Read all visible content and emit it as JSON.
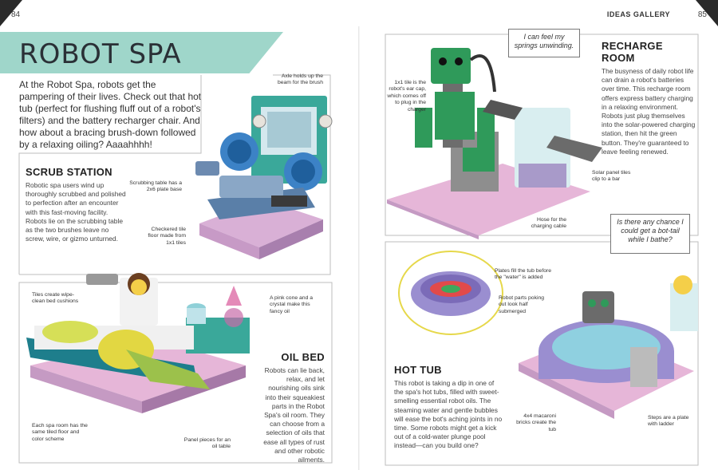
{
  "header": {
    "page_left": "84",
    "page_right": "85",
    "running_title": "IDEAS GALLERY"
  },
  "title": "ROBOT SPA",
  "intro": "At the Robot Spa, robots get the pampering of their lives. Check out that hot tub (perfect for flushing fluff out of a robot's filters) and the battery recharger chair. And how about a bracing brush-down followed by a relaxing oiling? Aaaahhhh!",
  "scrub": {
    "heading": "SCRUB STATION",
    "body": "Robotic spa users wind up thoroughly scrubbed and polished to perfection after an encounter with this fast-moving facility. Robots lie on the scrubbing table as the two brushes leave no screw, wire, or gizmo unturned.",
    "cap_axle": "Axle holds up the beam for the brush",
    "cap_table": "Scrubbing table has a 2x6 plate base",
    "cap_tile": "Checkered tile floor made from 1x1 tiles"
  },
  "oil": {
    "heading": "OIL BED",
    "body": "Robots can lie back, relax, and let nourishing oils sink into their squeakiest parts in the Robot Spa's oil room. They can choose from a selection of oils that ease all types of rust and other robotic ailments.",
    "cap_tiles": "Tiles create wipe-clean bed cushions",
    "cap_cone": "A pink cone and a crystal make this fancy oil",
    "cap_room": "Each spa room has the same tiled floor and color scheme",
    "cap_panel": "Panel pieces for an oil table"
  },
  "recharge": {
    "heading": "RECHARGE ROOM",
    "body": "The busyness of daily robot life can drain a robot's batteries over time. This recharge room offers express battery charging in a relaxing environment. Robots just plug themselves into the solar-powered charging station, then hit the green button. They're guaranteed to leave feeling renewed.",
    "bubble": "I can feel my springs unwinding.",
    "cap_tile": "1x1 tile is the robot's ear cap, which comes off to plug in the charger",
    "cap_solar": "Solar panel tiles clip to a bar",
    "cap_hose": "Hose for the charging cable"
  },
  "hottub": {
    "heading": "HOT TUB",
    "body": "This robot is taking a dip in one of the spa's hot tubs, filled with sweet-smelling essential robot oils. The steaming water and gentle bubbles will ease the bot's aching joints in no time. Some robots might get a kick out of a cold-water plunge pool instead—can you build one?",
    "bubble": "Is there any chance I could get a bot-tail while I bathe?",
    "cap_plates": "Plates fill the tub before the \"water\" is added",
    "cap_parts": "Robot parts poking out look half submerged",
    "cap_macaroni": "4x4 macaroni bricks create the tub",
    "cap_steps": "Steps are a plate with ladder"
  }
}
